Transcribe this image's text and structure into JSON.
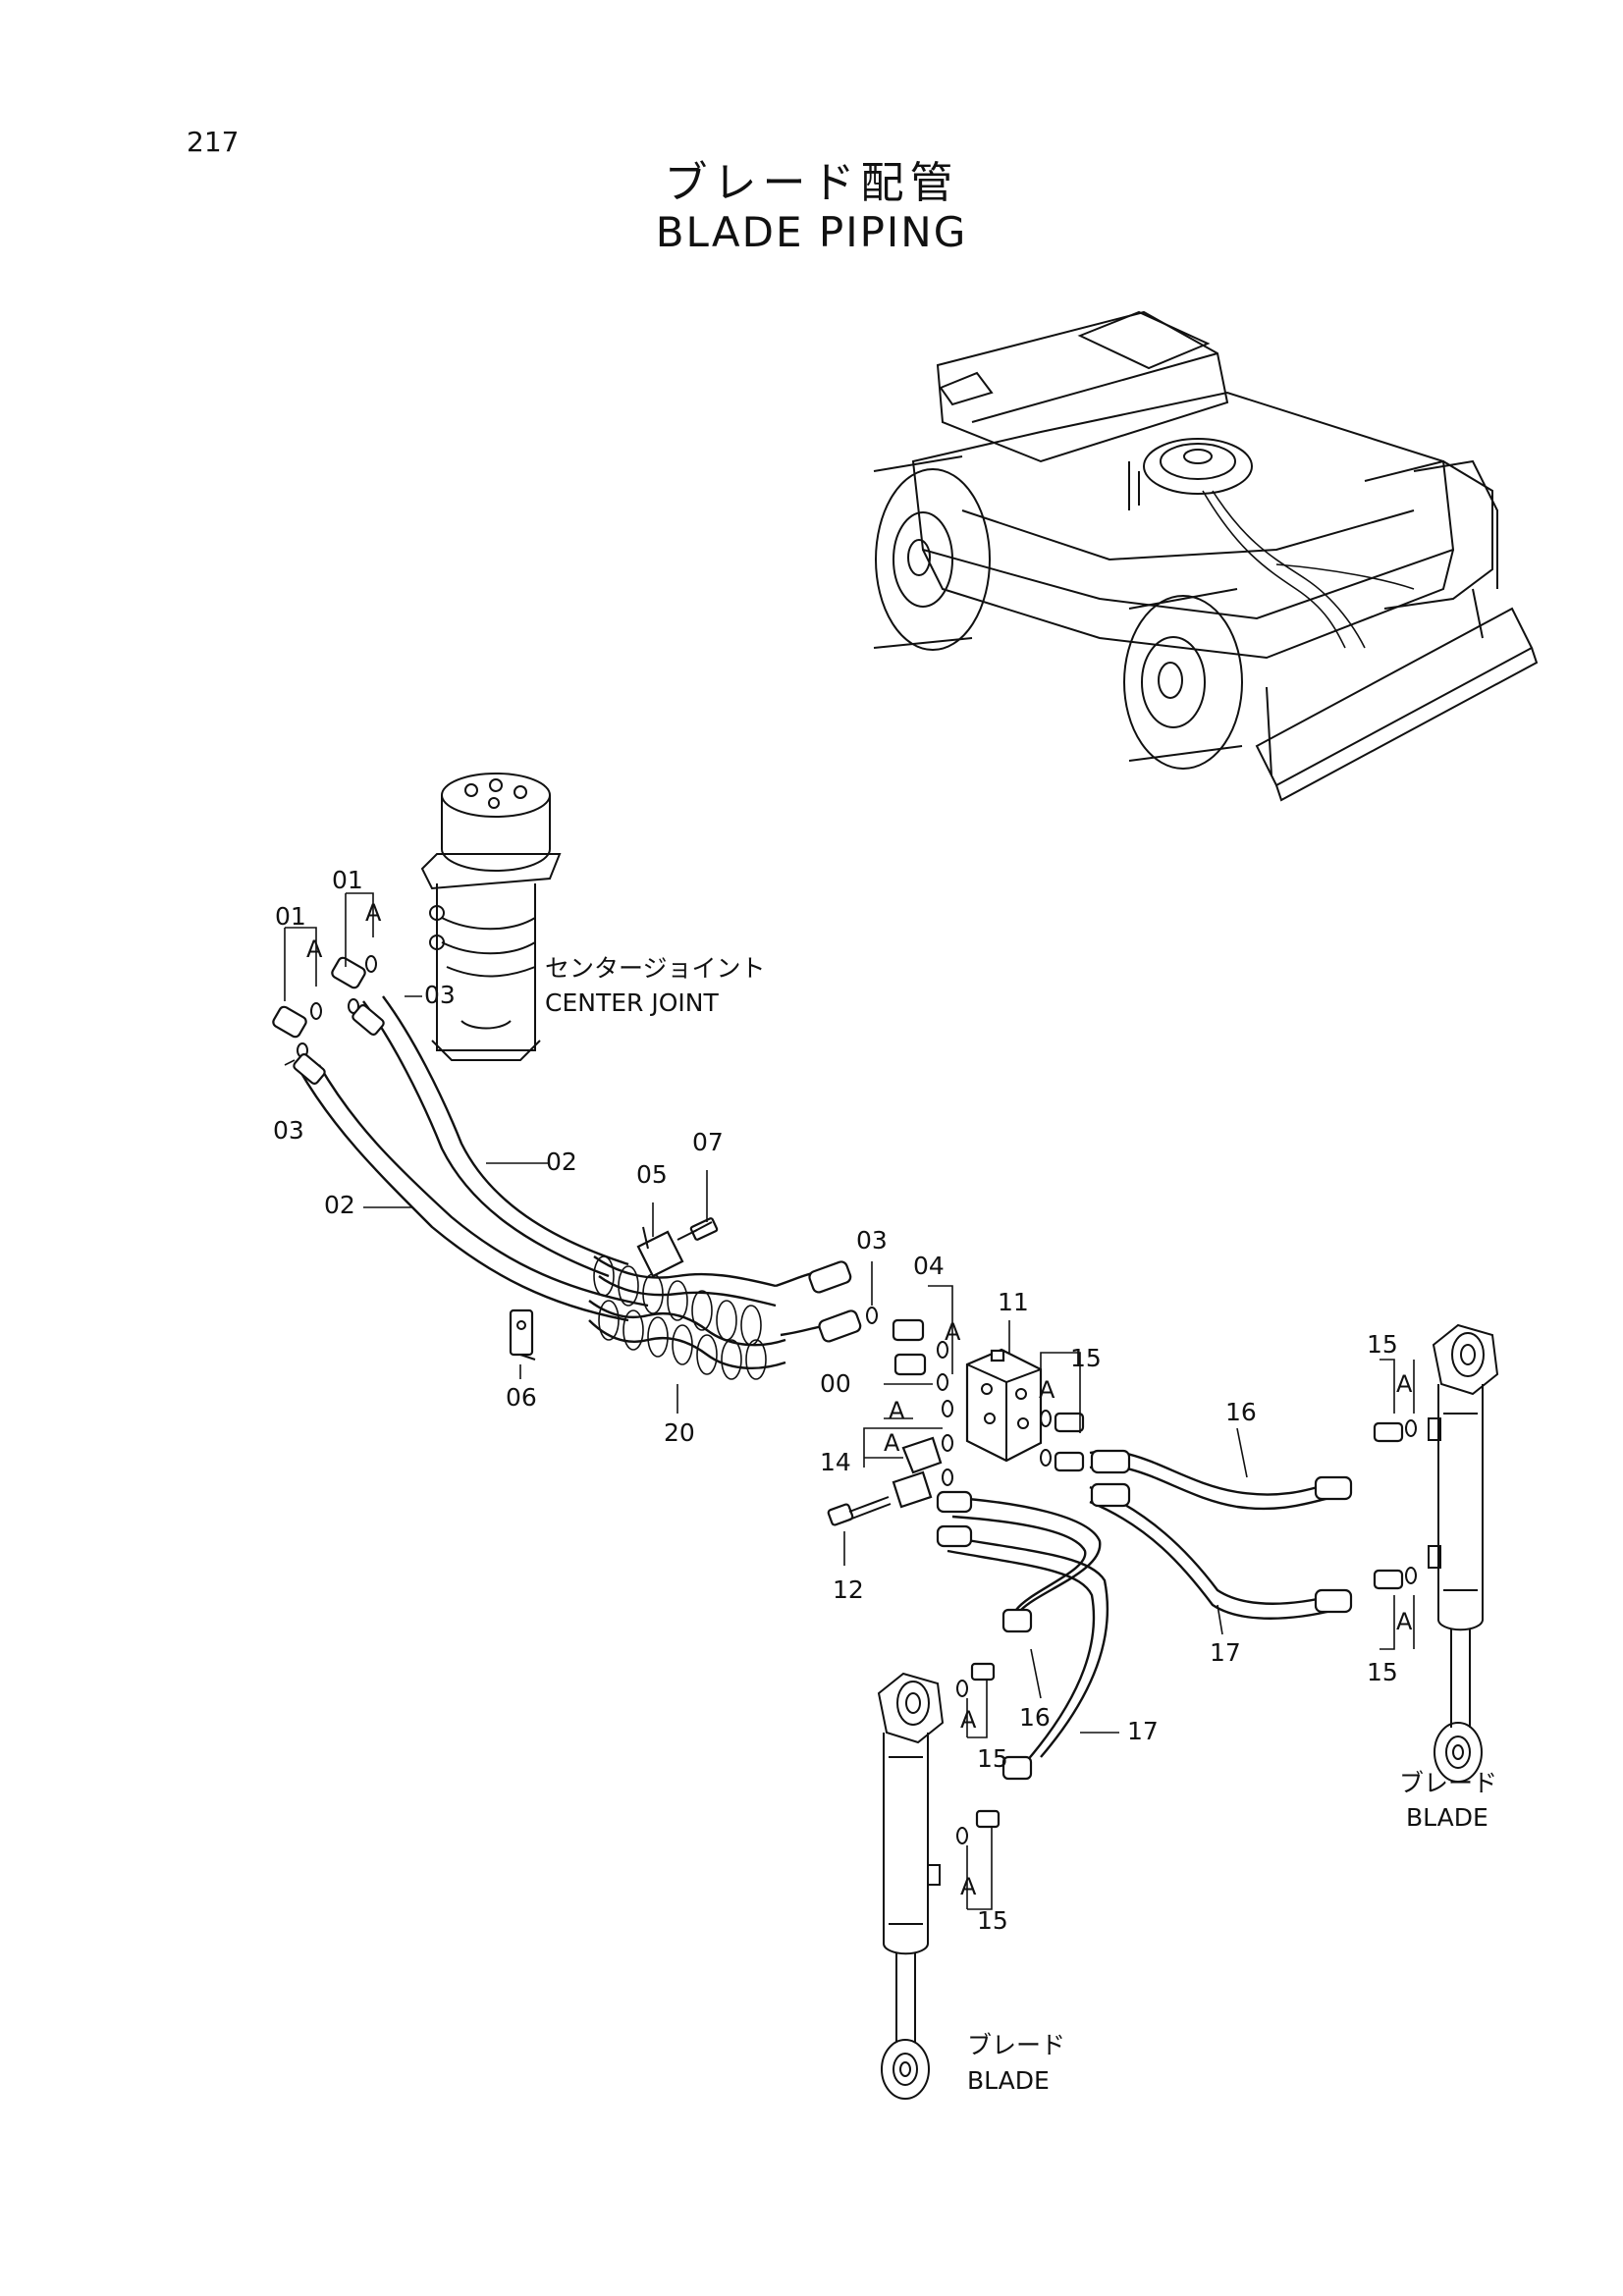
{
  "page_number": "217",
  "title_jp": "ブレード配管",
  "title_en": "BLADE PIPING",
  "labels": {
    "center_joint_jp": "センタージョイント",
    "center_joint_en": "CENTER JOINT",
    "blade_jp": "ブレード",
    "blade_en": "BLADE",
    "sub_a": "A"
  },
  "parts": [
    "00",
    "01",
    "02",
    "03",
    "04",
    "05",
    "06",
    "07",
    "11",
    "12",
    "14",
    "15",
    "16",
    "17",
    "20"
  ]
}
